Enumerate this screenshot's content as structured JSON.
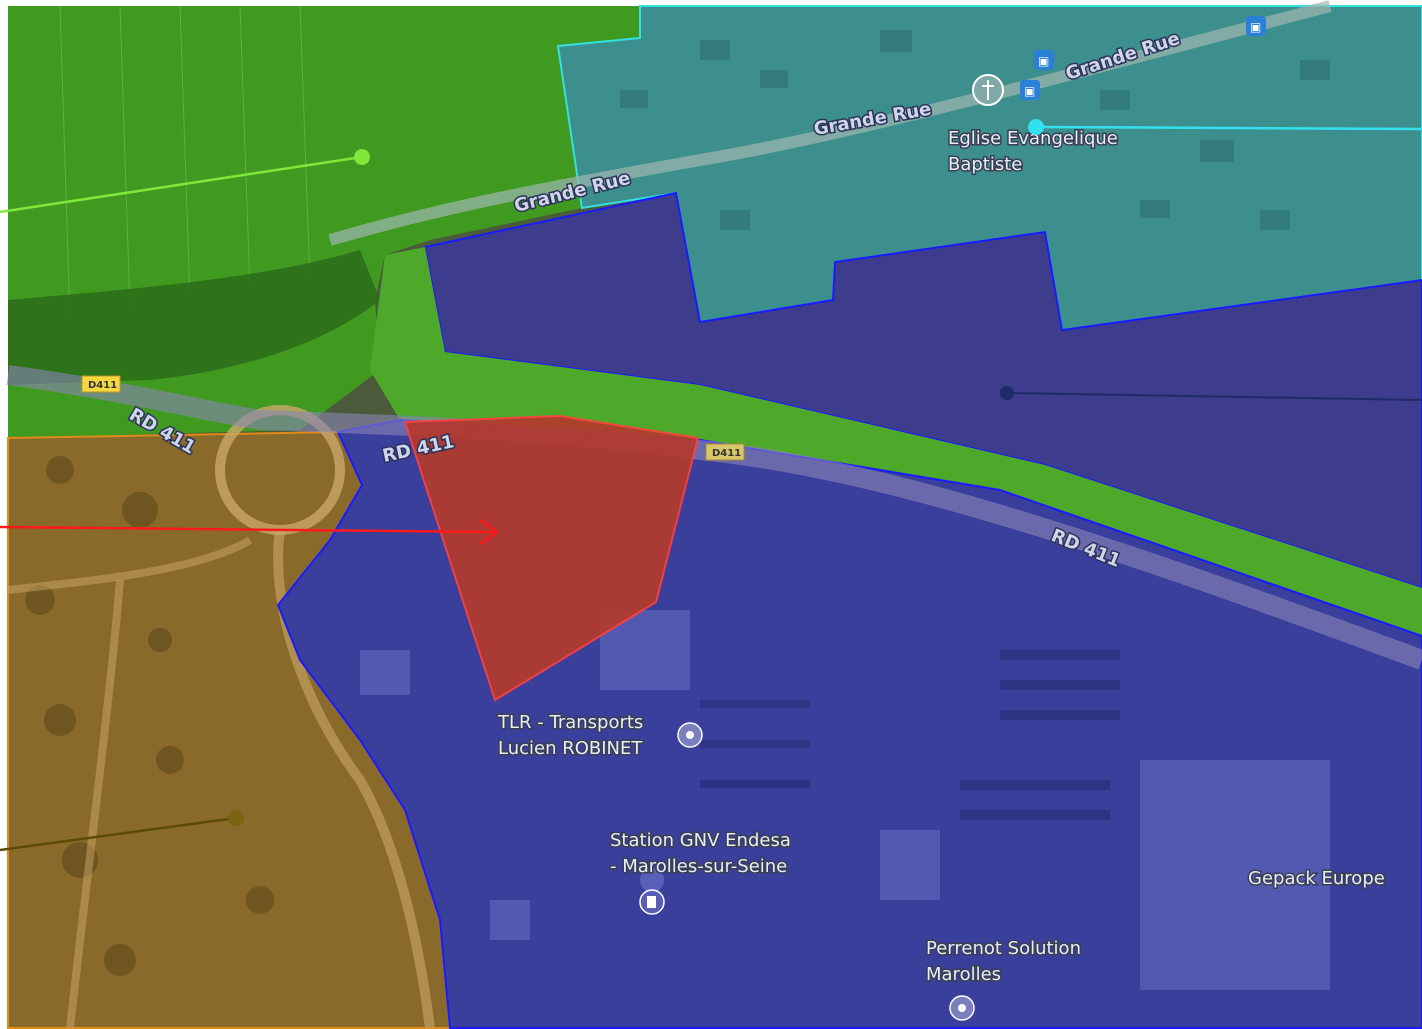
{
  "roads": {
    "grande_rue": "Grande Rue",
    "rd411": "RD 411",
    "d411": "D411"
  },
  "places": {
    "church": [
      "Eglise Evangelique",
      "Baptiste"
    ],
    "tlr": [
      "TLR - Transports",
      "Lucien ROBINET"
    ],
    "station": [
      "Station GNV Endesa",
      "- Marolles-sur-Seine"
    ],
    "gepack": "Gepack Europe",
    "perrenot": [
      "Perrenot Solution",
      "Marolles"
    ]
  },
  "colors": {
    "agricultural": "#4caf1e",
    "residential": "#4fb0b0",
    "industrial": "#3b3fa6",
    "project": "#c8382a",
    "natural": "#a86b22",
    "green_buffer": "#5ec42a"
  },
  "icons": [
    "church-icon",
    "bus-stop-icon",
    "pin-icon",
    "fuel-pin-icon"
  ]
}
